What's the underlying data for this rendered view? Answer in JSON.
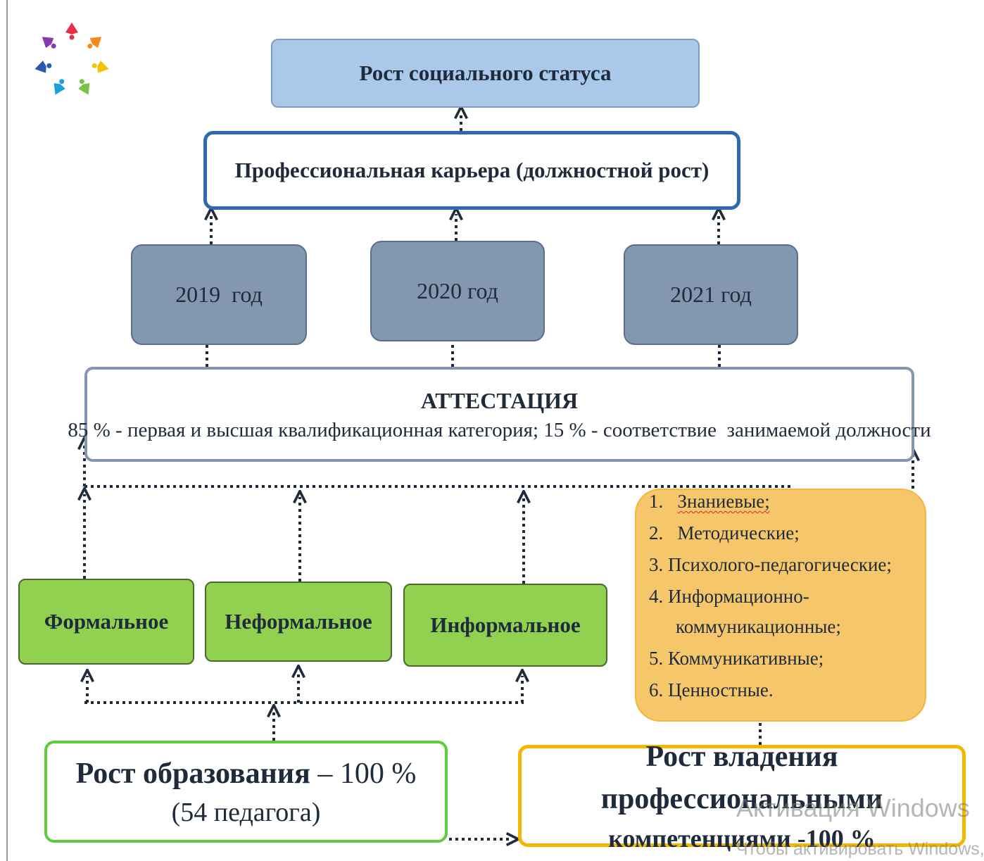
{
  "logo": {
    "name": "logo-emblem",
    "colors": [
      "#e8304a",
      "#f28a20",
      "#f2c400",
      "#7ac143",
      "#1ca0dc",
      "#2a58b0",
      "#8a3ab0"
    ]
  },
  "top_box": {
    "label": "Рост социального статуса"
  },
  "career_box": {
    "label": "Профессиональная карьера (должностной рост)"
  },
  "years": [
    {
      "label": "2019  год"
    },
    {
      "label": "2020 год"
    },
    {
      "label": "2021 год"
    }
  ],
  "attestation": {
    "title": "АТТЕСТАЦИЯ",
    "detail": "85 % - первая и высшая квалификационная категория; 15 % - соответствие  занимаемой должности"
  },
  "education_types": [
    {
      "label": "Формальное"
    },
    {
      "label": "Неформальное"
    },
    {
      "label": "Информальное"
    }
  ],
  "competencies": {
    "items": [
      {
        "num": "1.",
        "text": "Знаниевые;"
      },
      {
        "num": "2.",
        "text": "Методические;"
      },
      {
        "num": "3.",
        "text": "Психолого-педагогические;"
      },
      {
        "num": "4.",
        "text": "Информационно-"
      },
      {
        "num": "",
        "text": "коммуникационные;"
      },
      {
        "num": "5.",
        "text": "Коммуникативные;"
      },
      {
        "num": "6.",
        "text": "Ценностные."
      }
    ]
  },
  "education_growth": {
    "title": "Рост образования",
    "value": " – 100 %",
    "line2": "(54 педагога)"
  },
  "professional_growth": {
    "line1": "Рост владения профессиональными",
    "line2": "компетенциями -100 %"
  },
  "watermark": {
    "line1": "Активация Windows",
    "line2": "Чтобы активировать Windows, пер"
  },
  "colors": {
    "status_fill": "#a9c8ea",
    "career_border": "#2e6ab0",
    "year_fill": "#8497b0",
    "green_fill": "#92d050",
    "competency_fill": "#f5c76a",
    "education_border": "#5ccc3c",
    "professional_border": "#f2b800"
  }
}
